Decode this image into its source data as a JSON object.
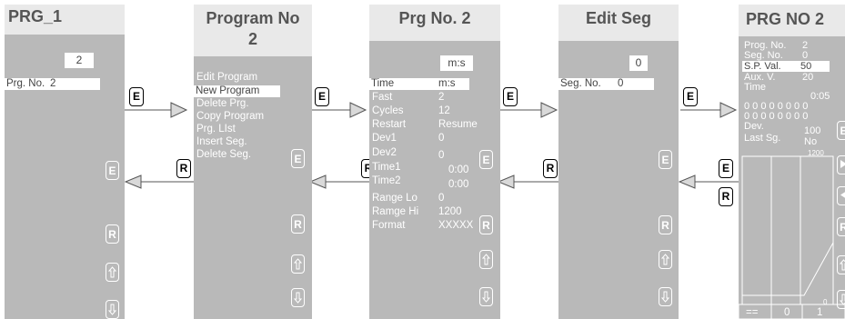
{
  "panel1": {
    "title": "PRG_1",
    "value": "2",
    "label": "Prg. No.",
    "label_value": "2"
  },
  "panel2": {
    "title_line1": "Program No",
    "title_line2": "2",
    "menu": [
      "Edit Program",
      "New Program",
      "Delete Prg.",
      "Copy Program",
      "Prg. LIst",
      "Insert Seg.",
      "Delete Seg."
    ]
  },
  "panel3": {
    "title": "Prg No. 2",
    "unit_box": "m:s",
    "params": [
      {
        "label": "Time",
        "value": "m:s"
      },
      {
        "label": "Fast",
        "value": "2"
      },
      {
        "label": "Cycles",
        "value": "12"
      },
      {
        "label": "Restart",
        "value": "Resume"
      },
      {
        "label": "Dev1",
        "value": "0"
      },
      {
        "label": "Dev2",
        "value": "0"
      },
      {
        "label": "Time1",
        "value": "0:00"
      },
      {
        "label": "Time2",
        "value": "0:00"
      },
      {
        "label": "Range Lo",
        "value": "0"
      },
      {
        "label": "Ramge Hi",
        "value": "1200"
      },
      {
        "label": "Format",
        "value": "XXXXX"
      }
    ]
  },
  "panel4": {
    "title": "Edit Seg",
    "value": "0",
    "label": "Seg. No.",
    "label_value": "0"
  },
  "panel5": {
    "title": "PRG NO 2",
    "rows": [
      {
        "label": "Prog. No.",
        "value": "2"
      },
      {
        "label": "Seg. No.",
        "value": "0"
      },
      {
        "label": "S.P. Val.",
        "value": "50"
      },
      {
        "label": "Aux. V.",
        "value": "20"
      }
    ],
    "time_label": "Time",
    "time_value": "0:05",
    "digits_row1": "0 0 0 0 0 0 0 0",
    "digits_row2": "0 0 0 0 0 0 0 0",
    "dev_label": "Dev.",
    "dev_value": "100",
    "lastsg_label": "Last Sg.",
    "lastsg_value": "No",
    "graph_top": "1200",
    "graph_bottom": "0",
    "footer": [
      "==",
      "0",
      "1"
    ]
  },
  "buttons": {
    "enter": "E",
    "return": "R"
  },
  "colors": {
    "panel": "#b9b9b9",
    "header": "#e9e9e9",
    "highlight": "#ffffff",
    "arrow_fill": "#d9d9d9"
  }
}
